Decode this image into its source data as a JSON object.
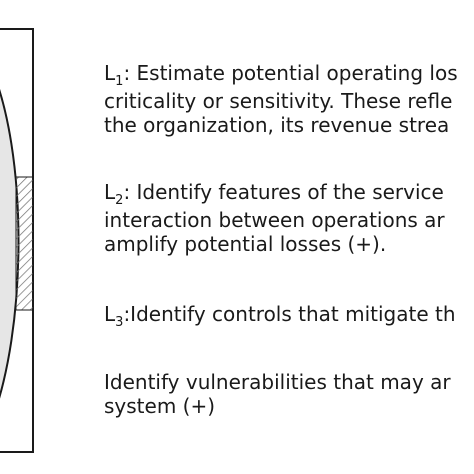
{
  "colors": {
    "frame": "#1a1a1a",
    "lens_fill": "#e6e6e6",
    "hatch": "#777777",
    "text": "#1a1a1a"
  },
  "items": [
    {
      "label": "L",
      "sub": "1",
      "lines": [
        ": Estimate potential operating los",
        "criticality or sensitivity. These refle",
        "the organization, its revenue strea"
      ]
    },
    {
      "label": "L",
      "sub": "2",
      "lines": [
        ": Identify features of the service",
        "interaction between operations ar",
        "amplify potential losses (+)."
      ]
    },
    {
      "label": "L",
      "sub": "3",
      "lines": [
        ":Identify controls that mitigate th"
      ]
    },
    {
      "label": "",
      "sub": "",
      "lines": [
        "Identify vulnerabilities that may ar",
        "system (+)"
      ]
    }
  ]
}
